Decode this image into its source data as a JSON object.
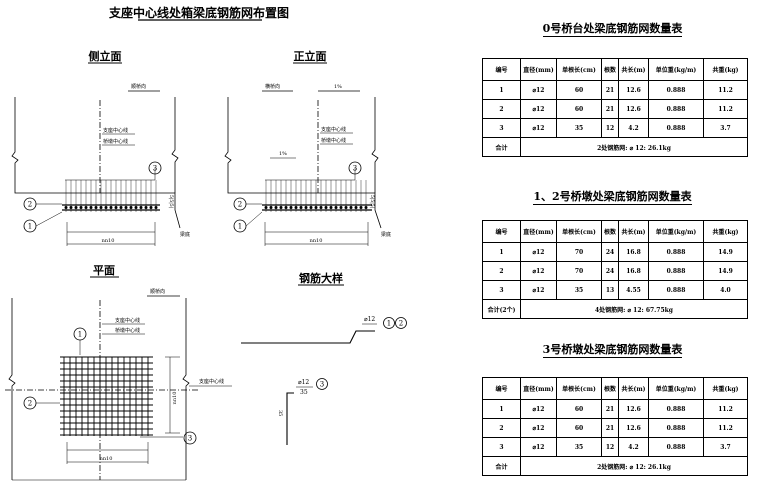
{
  "main_title": "支座中心线处箱梁底钢筋网布置图",
  "views": {
    "side": {
      "title": "侧立面",
      "top_label": "顺桥向",
      "center_1": "支座中心线",
      "center_2": "桥墩中心线",
      "dim": "nn10",
      "vert_dim": "5|5|5|",
      "beam_bottom": "梁底",
      "markers": [
        "3",
        "2",
        "1"
      ]
    },
    "front": {
      "title": "正立面",
      "top_label": "横桥向",
      "slope_top": "1%",
      "slope_left": "1%",
      "center_1": "支座中心线",
      "center_2": "桥墩中心线",
      "dim": "nn10",
      "vert_dim": "5|5|5|",
      "beam_bottom": "梁底",
      "markers": [
        "3",
        "2",
        "1"
      ]
    },
    "plan": {
      "title": "平面",
      "top_label": "顺桥向",
      "center_1": "支座中心线",
      "center_2": "桥墩中心线",
      "right_label": "支座中心线",
      "dim_bottom": "nn10",
      "dim_right": "nn10",
      "markers": [
        "1",
        "2",
        "3"
      ]
    },
    "detail": {
      "title": "钢筋大样",
      "bar1": "⌀12",
      "bar2_top": "⌀12",
      "bar2_bot": "35",
      "side_text": "35",
      "markers": [
        "1",
        "2",
        "3"
      ]
    }
  },
  "tables": [
    {
      "title": "0号桥台处梁底钢筋网数量表",
      "headers": [
        "编号",
        "直径(mm)",
        "单根长(cm)",
        "根数",
        "共长(m)",
        "单位重(kg/m)",
        "共重(kg)"
      ],
      "rows": [
        [
          "1",
          "⌀12",
          "60",
          "21",
          "12.6",
          "0.888",
          "11.2"
        ],
        [
          "2",
          "⌀12",
          "60",
          "21",
          "12.6",
          "0.888",
          "11.2"
        ],
        [
          "3",
          "⌀12",
          "35",
          "12",
          "4.2",
          "0.888",
          "3.7"
        ]
      ],
      "total_label": "合计",
      "total_text": "2处钢筋网:    ⌀ 12: 26.1kg"
    },
    {
      "title": "1、2号桥墩处梁底钢筋网数量表",
      "headers": [
        "编号",
        "直径(mm)",
        "单根长(cm)",
        "根数",
        "共长(m)",
        "单位重(kg/m)",
        "共重(kg)"
      ],
      "rows": [
        [
          "1",
          "⌀12",
          "70",
          "24",
          "16.8",
          "0.888",
          "14.9"
        ],
        [
          "2",
          "⌀12",
          "70",
          "24",
          "16.8",
          "0.888",
          "14.9"
        ],
        [
          "3",
          "⌀12",
          "35",
          "13",
          "4.55",
          "0.888",
          "4.0"
        ]
      ],
      "total_label": "合计(2个)",
      "total_text": "4处钢筋网:    ⌀ 12: 67.75kg"
    },
    {
      "title": "3号桥墩处梁底钢筋网数量表",
      "headers": [
        "编号",
        "直径(mm)",
        "单根长(cm)",
        "根数",
        "共长(m)",
        "单位重(kg/m)",
        "共重(kg)"
      ],
      "rows": [
        [
          "1",
          "⌀12",
          "60",
          "21",
          "12.6",
          "0.888",
          "11.2"
        ],
        [
          "2",
          "⌀12",
          "60",
          "21",
          "12.6",
          "0.888",
          "11.2"
        ],
        [
          "3",
          "⌀12",
          "35",
          "12",
          "4.2",
          "0.888",
          "3.7"
        ]
      ],
      "total_label": "合计",
      "total_text": "2处钢筋网:    ⌀ 12: 26.1kg"
    }
  ]
}
